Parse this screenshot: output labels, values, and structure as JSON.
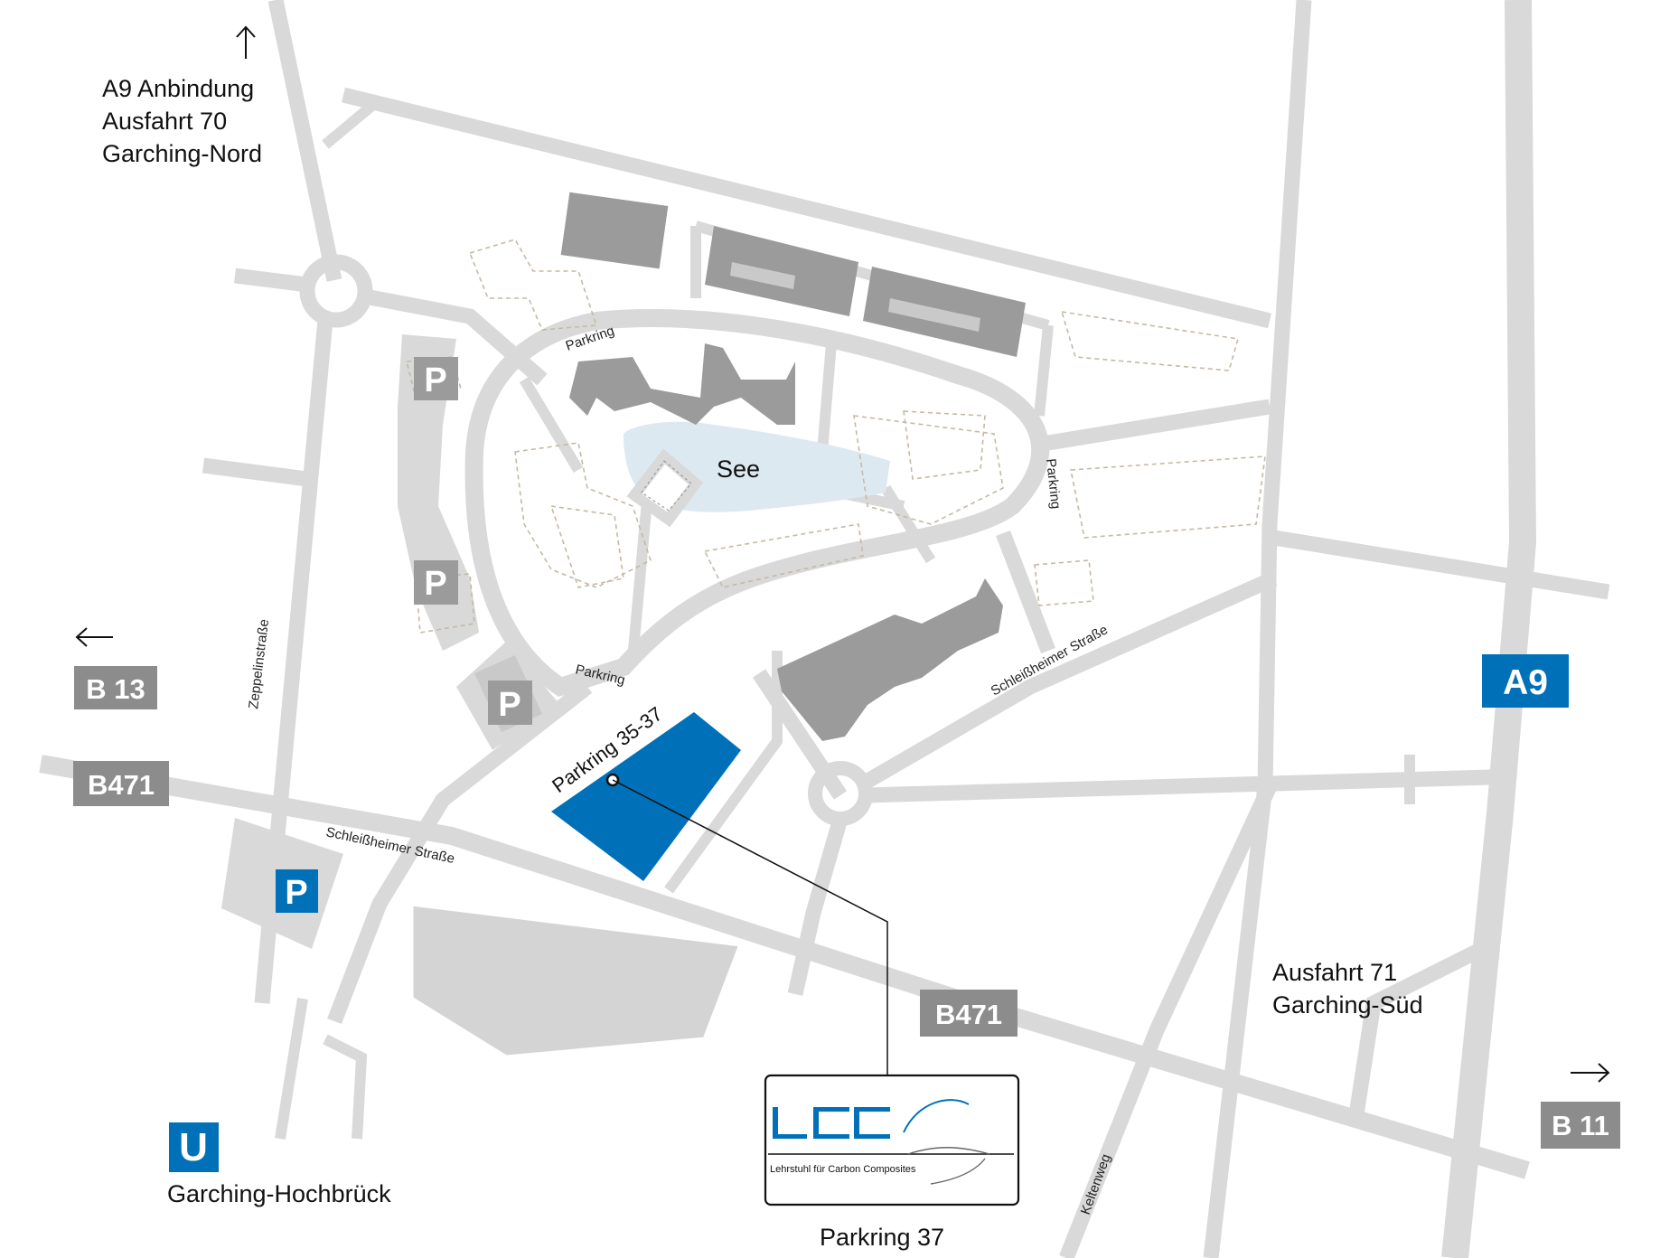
{
  "colors": {
    "road": "#d9d9d9",
    "building": "#9b9b9b",
    "highlight": "#0071b9",
    "badge_grey": "#8c8c8c",
    "badge_blue": "#0071b9",
    "lake": "#dde9f0"
  },
  "labels": {
    "north_line1": "A9 Anbindung",
    "north_line2": "Ausfahrt 70",
    "north_line3": "Garching-Nord",
    "south_exit_line1": "Ausfahrt 71",
    "south_exit_line2": "Garching-Süd",
    "subway_station": "Garching-Hochbrück",
    "lake": "See",
    "target_building": "Parkring 35-37",
    "address": "Parkring 37",
    "logo_sub": "Lehrstuhl für Carbon Composites"
  },
  "streets": {
    "parkring": "Parkring",
    "zeppelin": "Zeppelinstraße",
    "schleiss": "Schleißheimer Straße",
    "keltenweg": "Keltenweg"
  },
  "badges": {
    "b13": "B 13",
    "b471": "B471",
    "a9": "A9",
    "b11": "B 11",
    "parking": "P",
    "subway": "U"
  },
  "icons": {
    "north": "arrow-up-icon",
    "west": "arrow-left-icon",
    "east": "arrow-right-icon",
    "location": "location-dot-icon"
  }
}
